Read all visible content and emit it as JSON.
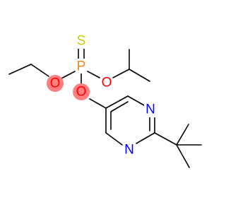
{
  "structure": {
    "atoms": {
      "sulfur": {
        "symbol": "S",
        "color": "#c9c900"
      },
      "phosphorus": {
        "symbol": "P",
        "color": "#f08a18"
      },
      "oxygen_ethoxy": {
        "symbol": "O",
        "color": "#ff0000"
      },
      "oxygen_isopropoxy": {
        "symbol": "O",
        "color": "#ff0000"
      },
      "oxygen_aryl": {
        "symbol": "O",
        "color": "#ff0000"
      },
      "nitrogen_upper": {
        "symbol": "N",
        "color": "#0000ff"
      },
      "nitrogen_lower": {
        "symbol": "N",
        "color": "#0000ff"
      }
    },
    "highlight_color": "#ff7f7f"
  }
}
